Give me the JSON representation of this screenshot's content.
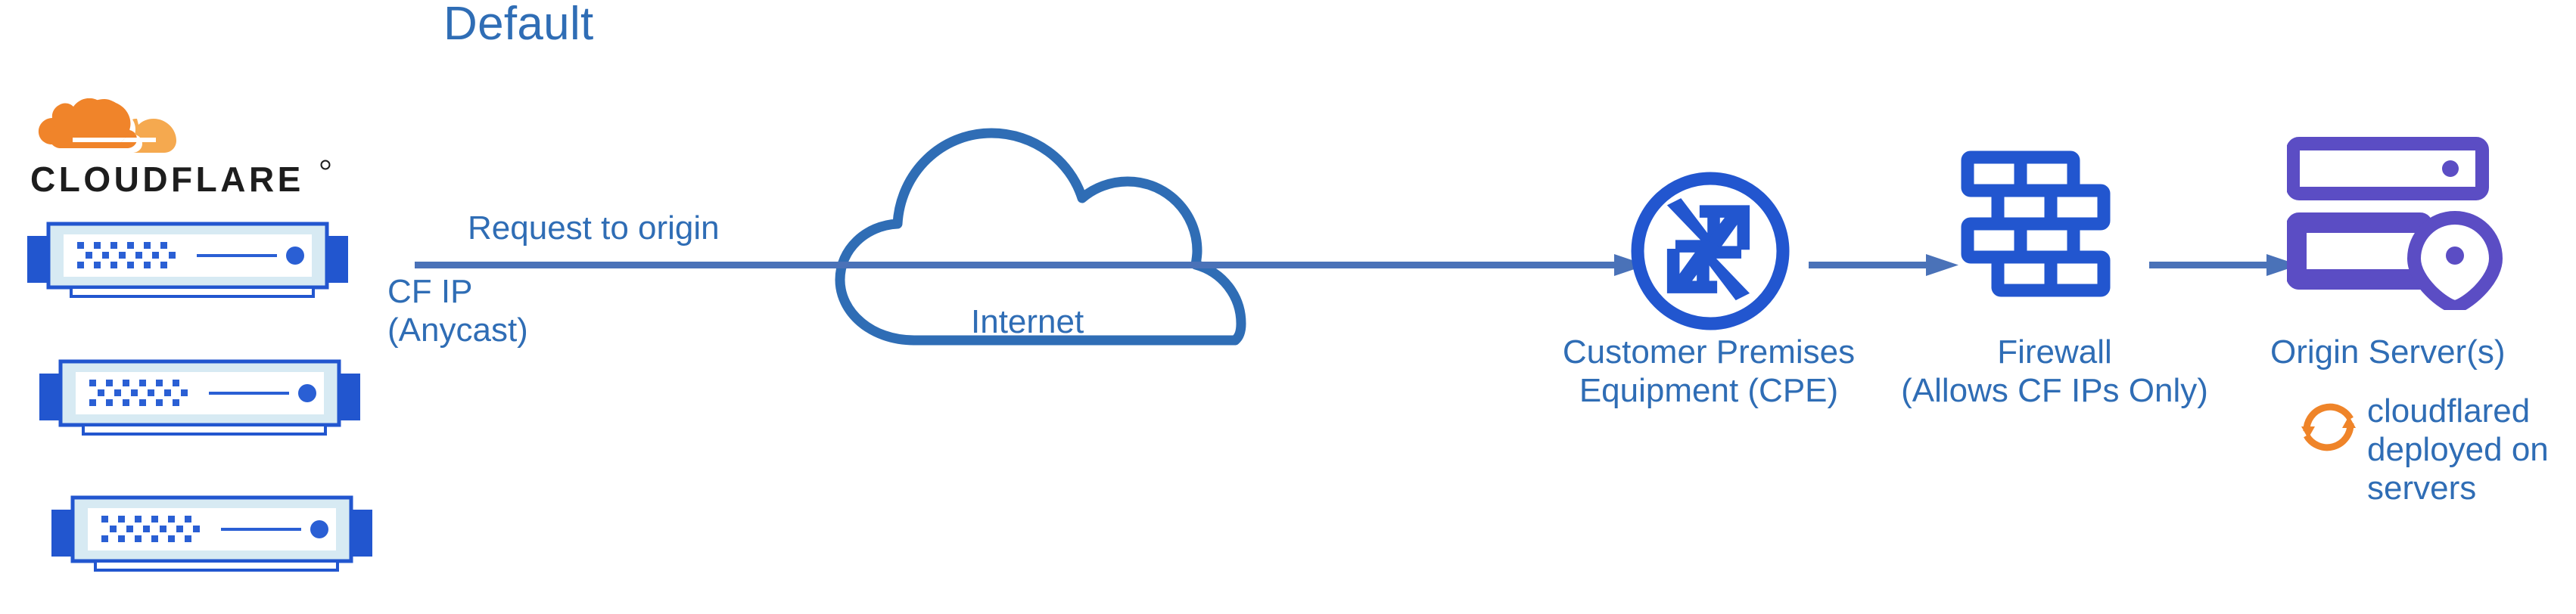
{
  "diagram": {
    "title": "Default",
    "title_color": "#2f6db5",
    "accent_blue": "#2f6db5",
    "arrow_blue": "#4a72b8",
    "icon_blue": "#2256cf",
    "origin_purple": "#5b4dc4",
    "cloudflare_orange": "#f0842a",
    "cloudflare_orange_light": "#f5a94f",
    "background": "#ffffff"
  },
  "logo": {
    "wordmark": "CLOUDFLARE",
    "registered_mark": "®",
    "icon_name": "cloudflare-cloud-logo"
  },
  "nodes": {
    "cf_network": {
      "name": "Cloudflare network servers",
      "unit_count": 3,
      "ip_label_line1": "CF IP",
      "ip_label_line2": "(Anycast)"
    },
    "internet": {
      "label": "Internet",
      "icon_name": "cloud-outline-icon"
    },
    "cpe": {
      "label_line1": "Customer Premises",
      "label_line2": "Equipment (CPE)",
      "icon_name": "router-icon"
    },
    "firewall": {
      "label_line1": "Firewall",
      "label_line2": "(Allows CF IPs Only)",
      "icon_name": "brick-wall-icon"
    },
    "origin": {
      "label": "Origin Server(s)",
      "icon_name": "server-rack-location-icon",
      "note_line1": "cloudflared",
      "note_line2": "deployed on",
      "note_line3": "servers",
      "note_icon_name": "sync-arrows-icon"
    }
  },
  "edges": {
    "request": {
      "label": "Request to origin",
      "from": "cf_network",
      "to": "cpe"
    },
    "cpe_to_firewall": {
      "label": "",
      "from": "cpe",
      "to": "firewall"
    },
    "firewall_to_origin": {
      "label": "",
      "from": "firewall",
      "to": "origin"
    }
  }
}
